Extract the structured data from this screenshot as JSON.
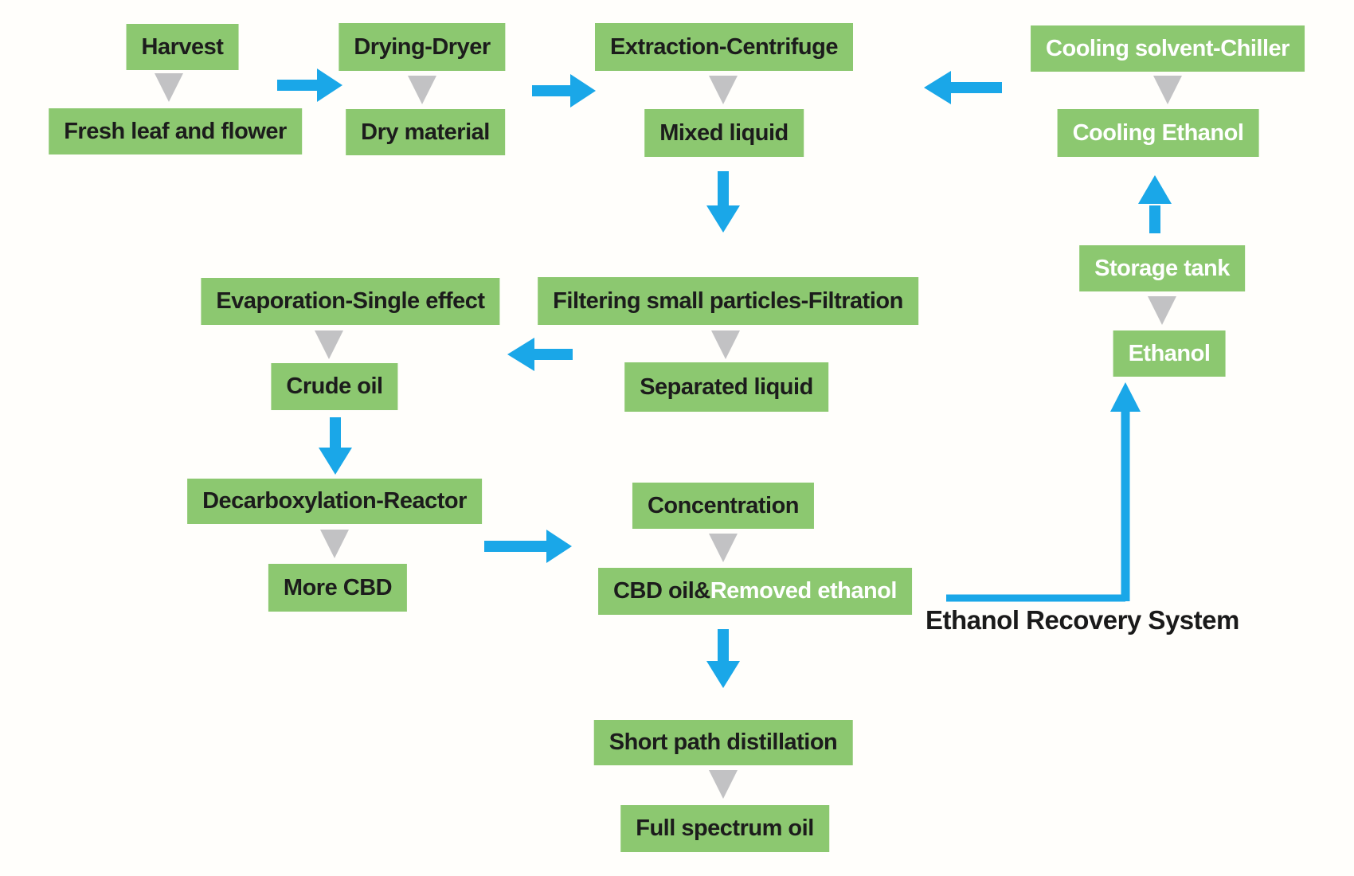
{
  "colors": {
    "background": "#fffefb",
    "box_green": "#8cc870",
    "arrow_blue": "#1aa7e8",
    "triangle_gray": "#c2c2c4",
    "text_dark": "#1c1c1c",
    "text_white": "#ffffff"
  },
  "nodes": {
    "harvest": {
      "label": "Harvest"
    },
    "fresh_leaf": {
      "label": "Fresh leaf and flower"
    },
    "drying": {
      "label": "Drying-Dryer"
    },
    "dry_material": {
      "label": "Dry material"
    },
    "extraction": {
      "label": "Extraction-Centrifuge"
    },
    "mixed_liquid": {
      "label": "Mixed liquid"
    },
    "chiller": {
      "label": "Cooling solvent-Chiller"
    },
    "cooling_ethanol": {
      "label": "Cooling Ethanol"
    },
    "evaporation": {
      "label": "Evaporation-Single effect"
    },
    "filtering": {
      "label": "Filtering small particles-Filtration"
    },
    "crude_oil": {
      "label": "Crude oil"
    },
    "separated_liquid": {
      "label": "Separated liquid"
    },
    "storage_tank": {
      "label": "Storage tank"
    },
    "ethanol": {
      "label": "Ethanol"
    },
    "decarboxylation": {
      "label": "Decarboxylation-Reactor"
    },
    "more_cbd": {
      "label": "More CBD"
    },
    "concentration": {
      "label": "Concentration"
    },
    "cbd_oil": {
      "label_black": "CBD oil&",
      "label_white": "Removed ethanol"
    },
    "short_path": {
      "label": "Short path distillation"
    },
    "full_spectrum": {
      "label": "Full spectrum oil"
    }
  },
  "annotations": {
    "ethanol_recovery": {
      "label": "Ethanol Recovery System"
    }
  },
  "edges": {
    "output_triangles": [
      [
        "harvest",
        "fresh_leaf"
      ],
      [
        "drying",
        "dry_material"
      ],
      [
        "extraction",
        "mixed_liquid"
      ],
      [
        "chiller",
        "cooling_ethanol"
      ],
      [
        "evaporation",
        "crude_oil"
      ],
      [
        "filtering",
        "separated_liquid"
      ],
      [
        "storage_tank",
        "ethanol"
      ],
      [
        "decarboxylation",
        "more_cbd"
      ],
      [
        "concentration",
        "cbd_oil"
      ],
      [
        "short_path",
        "full_spectrum"
      ]
    ],
    "flow_arrows": [
      [
        "fresh_leaf",
        "drying"
      ],
      [
        "dry_material",
        "extraction"
      ],
      [
        "cooling_ethanol",
        "extraction"
      ],
      [
        "mixed_liquid",
        "filtering"
      ],
      [
        "separated_liquid",
        "evaporation"
      ],
      [
        "crude_oil",
        "decarboxylation"
      ],
      [
        "more_cbd",
        "cbd_oil"
      ],
      [
        "cbd_oil",
        "short_path"
      ],
      [
        "cbd_oil",
        "ethanol"
      ],
      [
        "storage_tank",
        "cooling_ethanol"
      ]
    ]
  }
}
